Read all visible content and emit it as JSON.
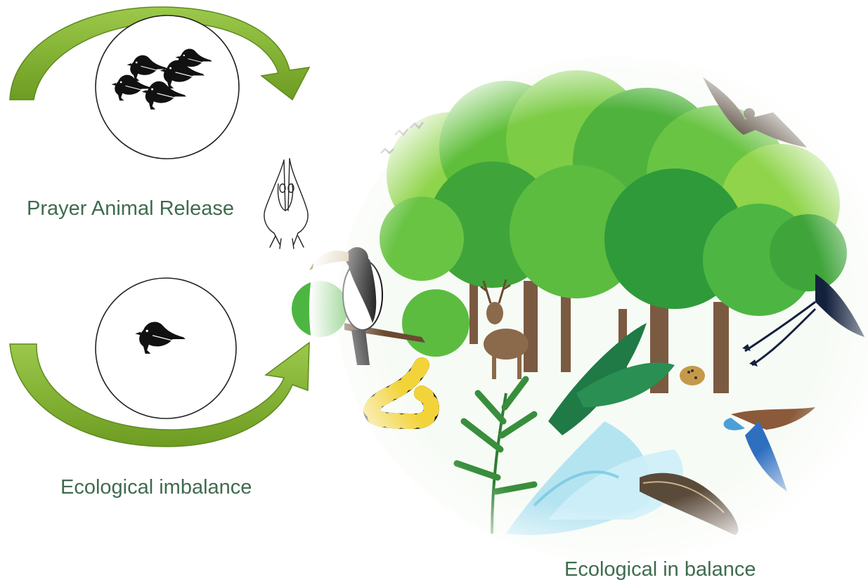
{
  "labels": {
    "prayer_release": "Prayer Animal Release",
    "imbalance": "Ecological imbalance",
    "balance": "Ecological in balance"
  },
  "colors": {
    "arrow": "#7aaa2e",
    "arrow_dark": "#5d8a1f",
    "text": "#3f6b4f",
    "tree_light": "#8fd44a",
    "tree_dark": "#2e9a3a",
    "trunk": "#7a5a40",
    "water": "#a9dff0"
  },
  "icons": {
    "top_circle": "flock-of-birds-icon",
    "bottom_circle": "single-bird-icon",
    "hands": "praying-hands-icon"
  }
}
